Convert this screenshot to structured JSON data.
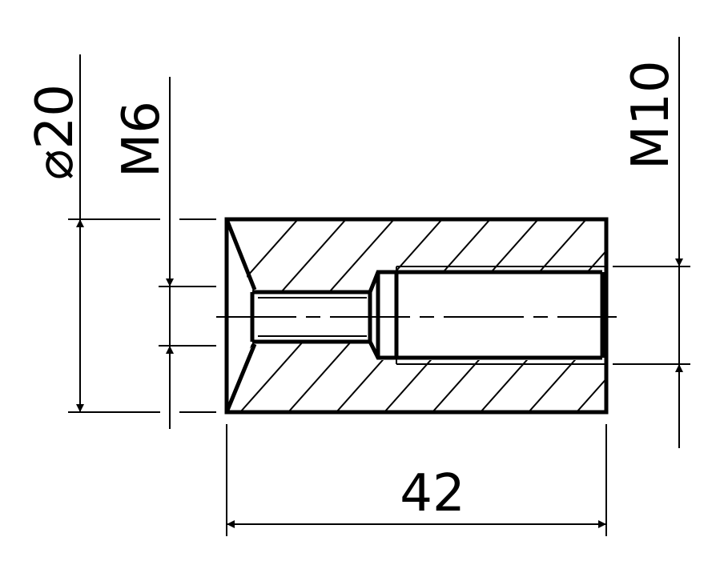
{
  "drawing": {
    "dimensions": {
      "diameter_symbol": "⌀",
      "diameter_value": "20",
      "small_thread": "M6",
      "large_thread": "M10",
      "length": "42"
    },
    "colors": {
      "line": "#000000",
      "background": "#ffffff"
    }
  }
}
